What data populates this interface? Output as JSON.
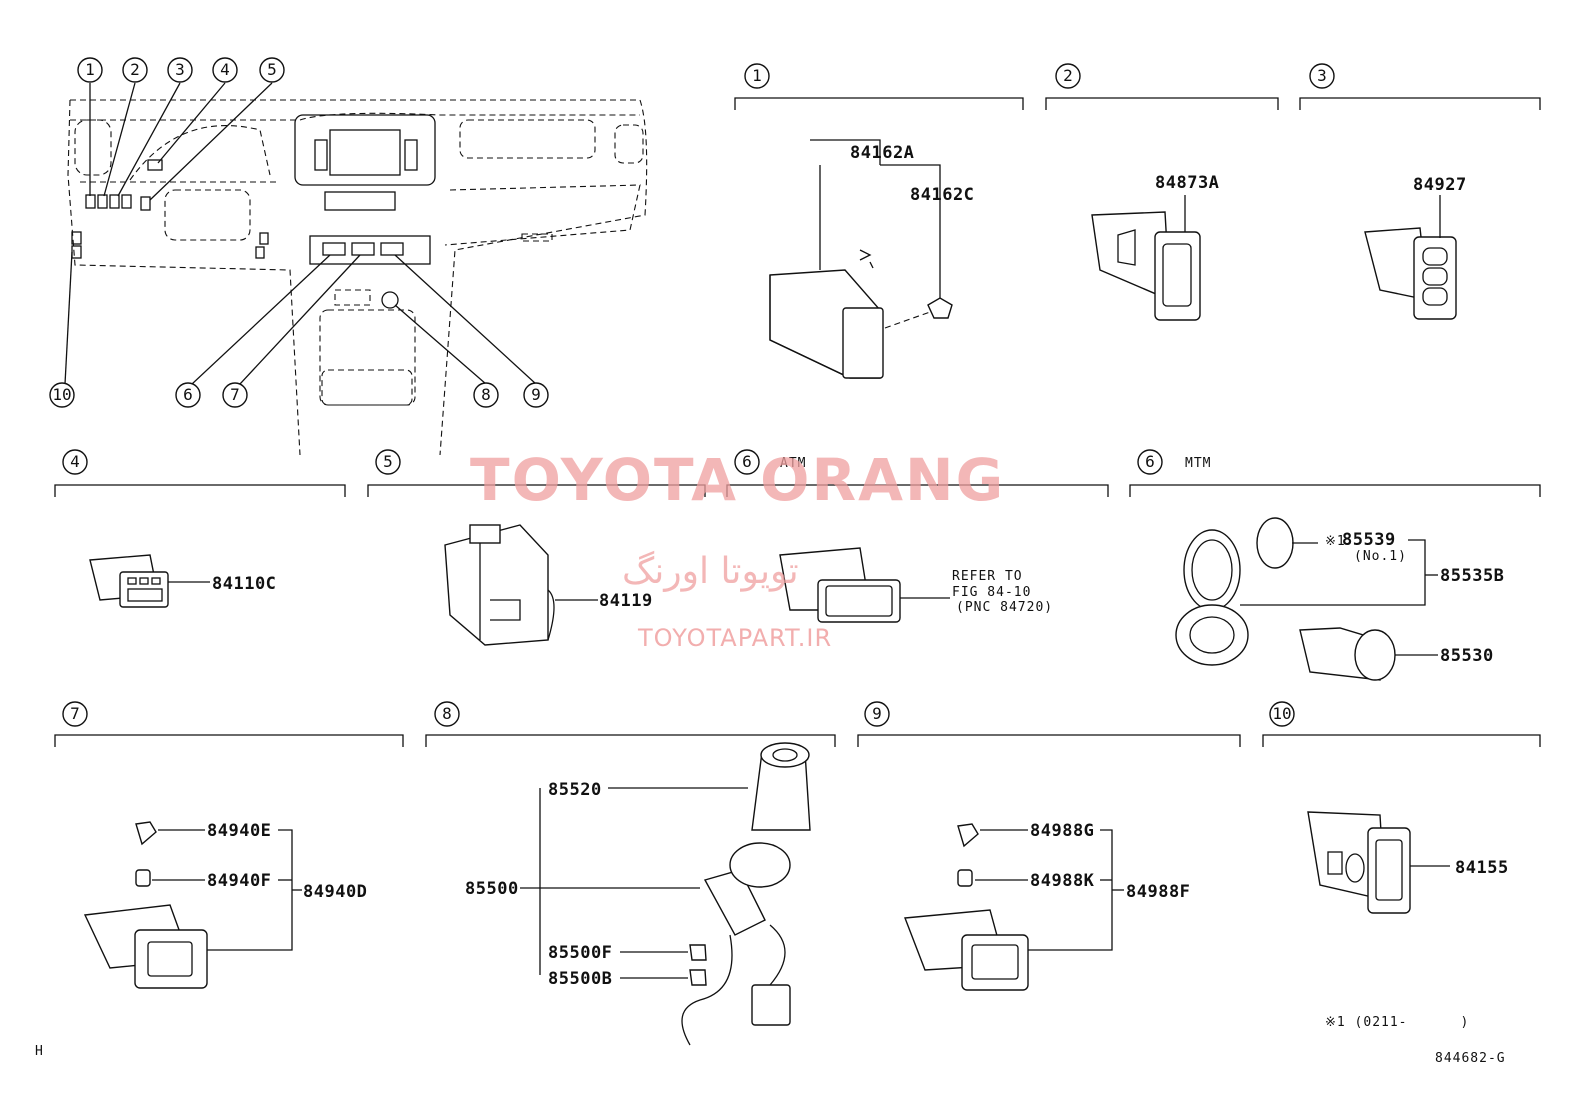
{
  "diagram": {
    "overview_callouts": [
      "1",
      "2",
      "3",
      "4",
      "5",
      "6",
      "7",
      "8",
      "9",
      "10"
    ],
    "sections": [
      {
        "id": "1",
        "variant": "",
        "parts": [
          "84162A",
          "84162C"
        ]
      },
      {
        "id": "2",
        "variant": "",
        "parts": [
          "84873A"
        ]
      },
      {
        "id": "3",
        "variant": "",
        "parts": [
          "84927"
        ]
      },
      {
        "id": "4",
        "variant": "",
        "parts": [
          "84110C"
        ]
      },
      {
        "id": "5",
        "variant": "",
        "parts": [
          "84119"
        ]
      },
      {
        "id": "6",
        "variant": "ATM",
        "parts": [],
        "refer": [
          "REFER TO",
          "FIG 84-10",
          "(PNC 84720)"
        ]
      },
      {
        "id": "6",
        "variant": "MTM",
        "parts": [
          "85539",
          "85535B",
          "85530"
        ],
        "note": "※1",
        "note_sub": "(No.1)"
      },
      {
        "id": "7",
        "variant": "",
        "parts": [
          "84940E",
          "84940F",
          "84940D"
        ]
      },
      {
        "id": "8",
        "variant": "",
        "parts": [
          "85520",
          "85500",
          "85500F",
          "85500B"
        ]
      },
      {
        "id": "9",
        "variant": "",
        "parts": [
          "84988G",
          "84988K",
          "84988F"
        ]
      },
      {
        "id": "10",
        "variant": "",
        "parts": [
          "84155"
        ]
      }
    ],
    "footnote": "※1 (0211-      )",
    "corner_mark": "H",
    "figure_code": "844682-G"
  },
  "watermark": {
    "line1": "TOYOTA ORANG",
    "line2": "تویوتا اورنگ",
    "line3": "TOYOTAPART.IR",
    "color": "#f0a0a0"
  }
}
